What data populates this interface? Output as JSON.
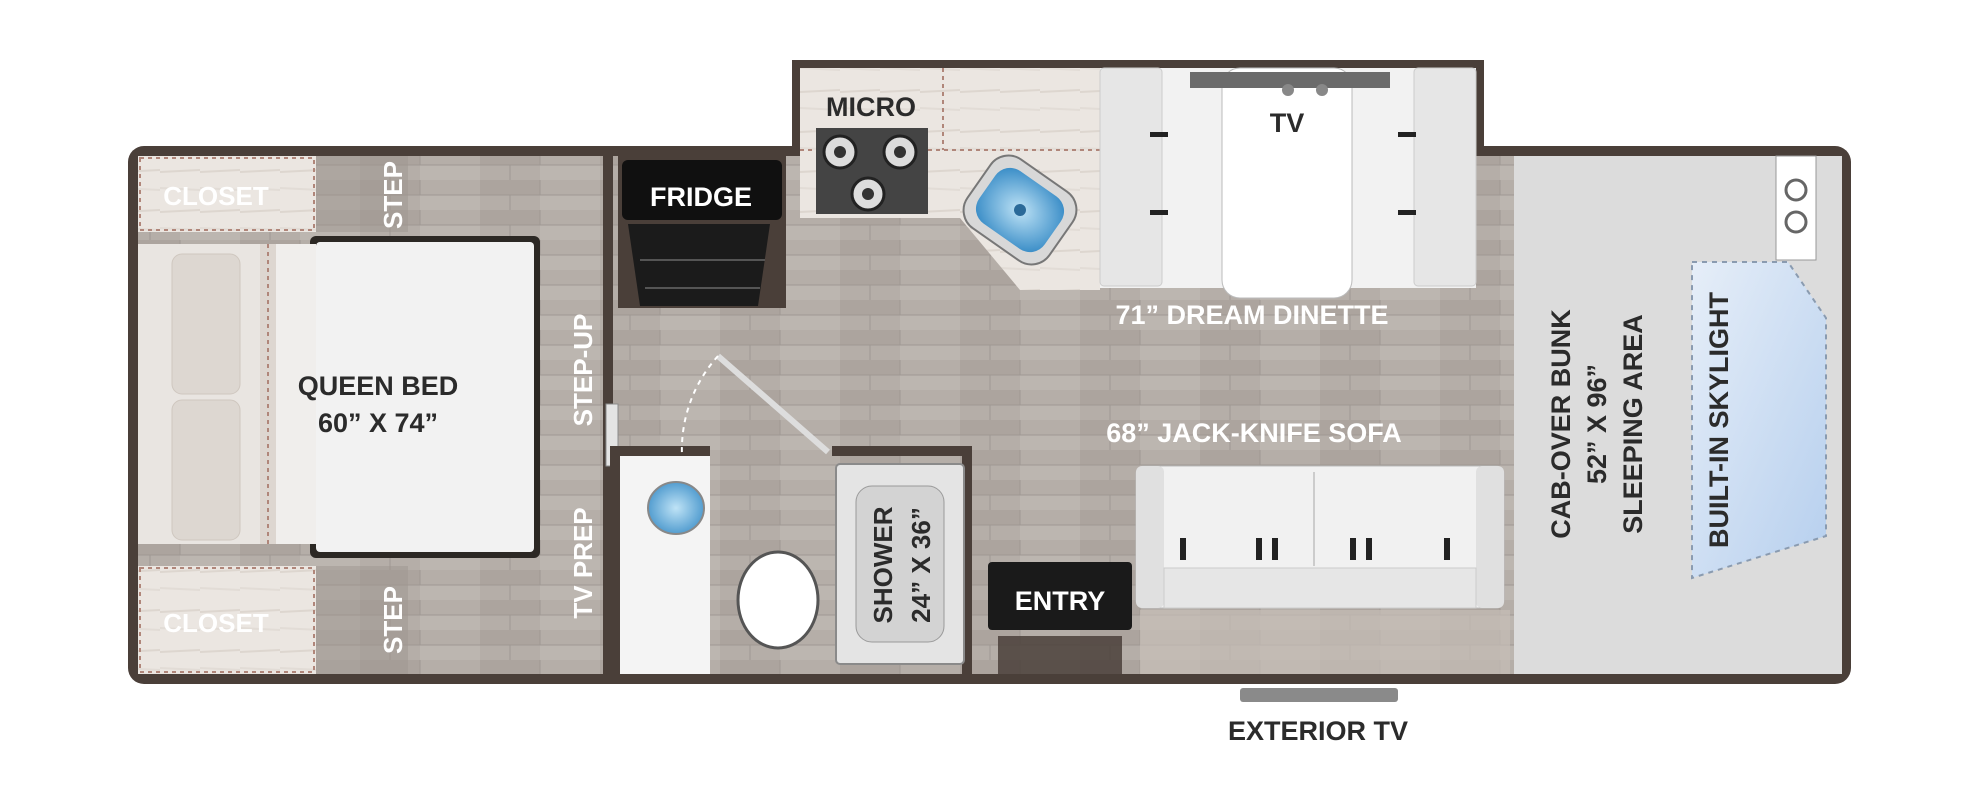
{
  "labels": {
    "closet_top": "CLOSET",
    "closet_bottom": "CLOSET",
    "step_top": "STEP",
    "step_bottom": "STEP",
    "queen_bed": "QUEEN BED",
    "queen_bed_size": "60” X 74”",
    "step_up": "STEP-UP",
    "tv_prep": "TV PREP",
    "fridge": "FRIDGE",
    "micro": "MICRO",
    "tv": "TV",
    "dinette": "71” DREAM DINETTE",
    "sofa": "68” JACK-KNIFE SOFA",
    "shower": "SHOWER",
    "shower_size": "24” X 36”",
    "entry": "ENTRY",
    "exterior_tv": "EXTERIOR TV",
    "cabover_bunk": "CAB-OVER BUNK",
    "cabover_size": "52” X 96”",
    "sleeping_area": "SLEEPING AREA",
    "skylight": "BUILT-IN SKYLIGHT"
  },
  "colors": {
    "wall": "#4a3f39",
    "floor": "#b3aca6",
    "closet": "#ebe7e2",
    "cab": "#dcdcdc",
    "water": "#7fb3d6",
    "skylight": "#cde0f4"
  }
}
